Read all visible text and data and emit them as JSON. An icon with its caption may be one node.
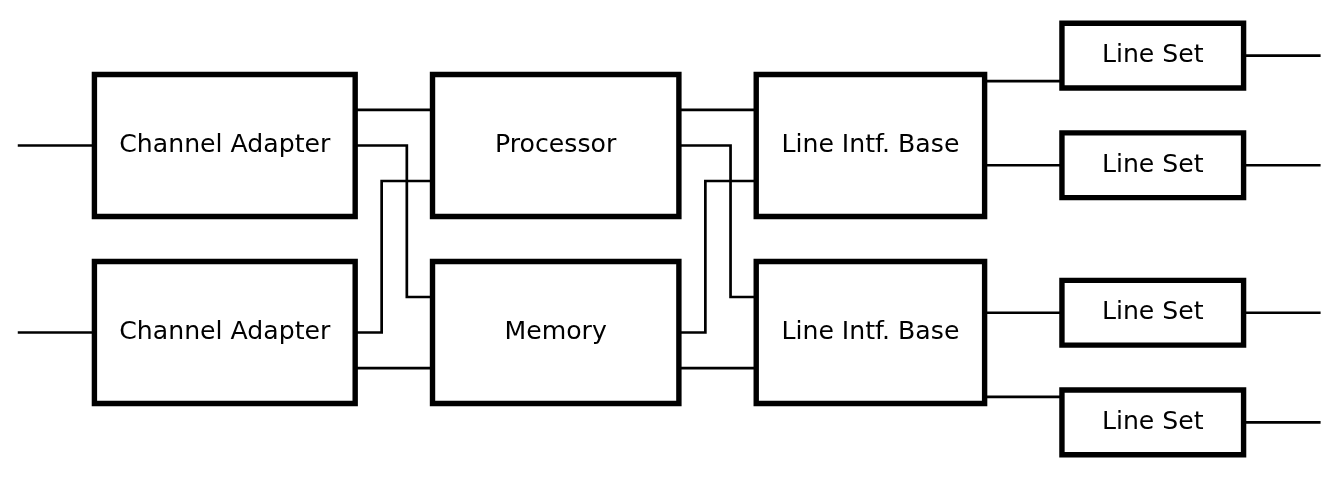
{
  "diagram": {
    "nodes": [
      {
        "text": [
          "Channel Adapter"
        ]
      },
      {
        "text": [
          "Channel Adapter"
        ]
      },
      {
        "text": [
          "Processor"
        ]
      },
      {
        "text": [
          "Memory"
        ]
      },
      {
        "text": [
          "Line Intf. Base"
        ]
      },
      {
        "text": [
          "Line Intf. Base"
        ]
      },
      {
        "text": [
          "Line Set"
        ]
      },
      {
        "text": [
          "Line Set"
        ]
      },
      {
        "text": [
          "Line Set"
        ]
      },
      {
        "text": [
          "Line Set"
        ]
      }
    ],
    "edges": [
      {
        "from": null,
        "to": 0,
        "arrow": "none"
      },
      {
        "from": null,
        "to": 1,
        "arrow": "none"
      },
      {
        "from": 0,
        "to": 2,
        "arrow": "none"
      },
      {
        "from": 0,
        "to": 3,
        "arrow": "none"
      },
      {
        "from": 1,
        "to": 2,
        "arrow": "none"
      },
      {
        "from": 1,
        "to": 3,
        "arrow": "none"
      },
      {
        "from": 2,
        "to": 4,
        "arrow": "none"
      },
      {
        "from": 3,
        "to": 4,
        "arrow": "none"
      },
      {
        "from": 2,
        "to": 5,
        "arrow": "none"
      },
      {
        "from": 3,
        "to": 5,
        "arrow": "none"
      },
      {
        "from": 4,
        "to": 6,
        "arrow": "none"
      },
      {
        "from": 4,
        "to": 7,
        "arrow": "none"
      },
      {
        "from": 5,
        "to": 8,
        "arrow": "none"
      },
      {
        "from": 5,
        "to": 9,
        "arrow": "none"
      },
      {
        "from": 6,
        "to": null,
        "arrow": "none"
      },
      {
        "from": 7,
        "to": null,
        "arrow": "none"
      },
      {
        "from": 8,
        "to": null,
        "arrow": "none"
      },
      {
        "from": 9,
        "to": null,
        "arrow": "none"
      }
    ]
  }
}
